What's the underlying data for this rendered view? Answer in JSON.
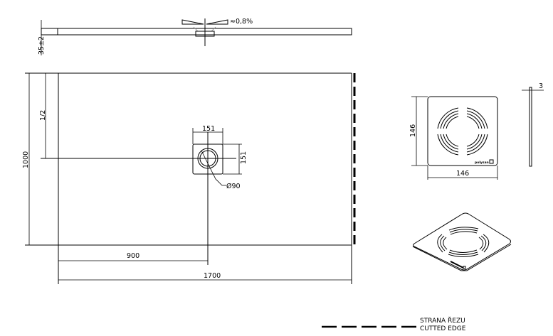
{
  "drawing": {
    "section_view": {
      "slope_label": "≈0,8%",
      "thickness_label": "35±2"
    },
    "plan_view": {
      "width_label": "1700",
      "height_label": "1000",
      "drain_offset_label": "900",
      "half_label": "1/2",
      "drain_box_width_label": "151",
      "drain_box_height_label": "151",
      "drain_diameter_label": "Ø90"
    },
    "grate_view": {
      "width_label": "146",
      "height_label": "146",
      "thickness_label": "3",
      "brand_label": "polysan"
    },
    "legend": {
      "line1": "STRANA ŘEZU",
      "line2": "CUTTED EDGE"
    }
  }
}
